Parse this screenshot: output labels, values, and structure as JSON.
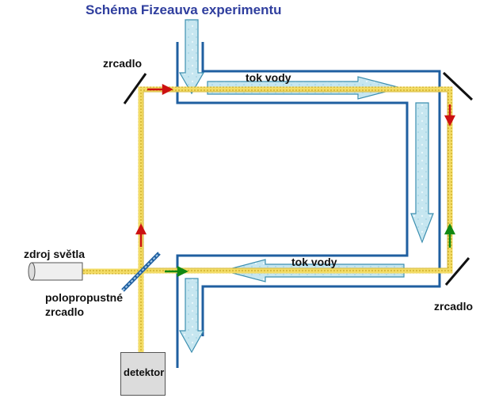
{
  "title": "Schéma Fizeauva experimentu",
  "labels": {
    "mirror_top_left": "zrcadlo",
    "mirror_bottom_right": "zrcadlo",
    "flow_top": "tok vody",
    "flow_bottom": "tok vody",
    "source": "zdroj světla",
    "splitter_line1": "polopropustné",
    "splitter_line2": "zrcadlo",
    "detector": "detektor"
  },
  "colors": {
    "title": "#2f3e9e",
    "pipe": "#1f5fa0",
    "water": "#bfe3ee",
    "light_beam": "#f0d85a",
    "arrow_red": "#cc1111",
    "arrow_green": "#118811"
  },
  "icons": [
    "mirror",
    "half-silvered-mirror",
    "light-source",
    "detector",
    "water-flow-arrow",
    "direction-arrow"
  ]
}
